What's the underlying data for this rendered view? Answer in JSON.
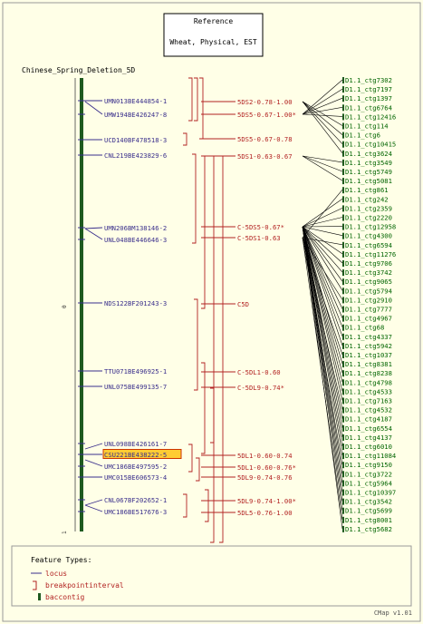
{
  "reference_box": {
    "line1": "Reference",
    "line2": "Wheat, Physical, EST"
  },
  "map_title": "Chinese_Spring_Deletion_5D",
  "scale": {
    "top": "0",
    "bottom": "1"
  },
  "loci": [
    "UMN013BE444854-1",
    "UMW194BE426247-8",
    "UCD140BF478518-3",
    "CNL219BE423829-6",
    "UMN206BM138146-2",
    "UNL048BE446646-3",
    "NDS122BF201243-3",
    "TTU071BE496925-1",
    "UNL075BE499135-7",
    "UNL098BE426161-7",
    "CSU221BE438222-5",
    "UMC186BE497595-2",
    "UMC015BE606573-4",
    "CNL067BF202652-1",
    "UMC186BE517676-3"
  ],
  "highlighted_locus_index": 10,
  "breakpoints": [
    "5DS2-0.78-1.00",
    "5DS5-0.67-1.00*",
    "5DS5-0.67-0.78",
    "5DS1-0.63-0.67",
    "C-5DS5-0.67*",
    "C-5DS1-0.63",
    "C5D",
    "C-5DL1-0.60",
    "C-5DL9-0.74*",
    "5DL1-0.60-0.74",
    "5DL1-0.60-0.76*",
    "5DL9-0.74-0.76",
    "5DL9-0.74-1.00*",
    "5DL5-0.76-1.00"
  ],
  "contigs": [
    "D1.1_ctg7302",
    "D1.1_ctg7197",
    "D1.1_ctg1397",
    "D1.1_ctg6764",
    "D1.1_ctg12416",
    "D1.1_ctg114",
    "D1.1_ctg6",
    "D1.1_ctg10415",
    "D1.1_ctg3624",
    "D1.1_ctg3549",
    "D1.1_ctg5749",
    "D1.1_ctg5081",
    "D1.1_ctg861",
    "D1.1_ctg242",
    "D1.1_ctg2359",
    "D1.1_ctg2220",
    "D1.1_ctg12958",
    "D1.1_ctg4300",
    "D1.1_ctg6594",
    "D1.1_ctg11276",
    "D1.1_ctg9706",
    "D1.1_ctg3742",
    "D1.1_ctg9065",
    "D1.1_ctg5794",
    "D1.1_ctg2910",
    "D1.1_ctg7777",
    "D1.1_ctg4967",
    "D1.1_ctg68",
    "D1.1_ctg4337",
    "D1.1_ctg5942",
    "D1.1_ctg1037",
    "D1.1_ctg8381",
    "D1.1_ctg8238",
    "D1.1_ctg4798",
    "D1.1_ctg4533",
    "D1.1_ctg7163",
    "D1.1_ctg4532",
    "D1.1_ctg4187",
    "D1.1_ctg6554",
    "D1.1_ctg4137",
    "D1.1_ctg6010",
    "D1.1_ctg11084",
    "D1.1_ctg9150",
    "D1.1_ctg3722",
    "D1.1_ctg5964",
    "D1.1_ctg10397",
    "D1.1_ctg3542",
    "D1.1_ctg5699",
    "D1.1_ctg8001",
    "D1.1_ctg5682"
  ],
  "legend": {
    "title": "Feature Types:",
    "items": [
      "locus",
      "breakpointinterval",
      "baccontig"
    ]
  },
  "footer": "CMap v1.01",
  "colors": {
    "background": "#ffffe7",
    "frame": "#9a9a9a",
    "locus": "#3a2f8c",
    "breakpoint": "#b22222",
    "contig": "#006400",
    "chromosome": "#1f5a1f",
    "highlight_fill": "#ffcc33",
    "highlight_border": "#cc3300"
  }
}
